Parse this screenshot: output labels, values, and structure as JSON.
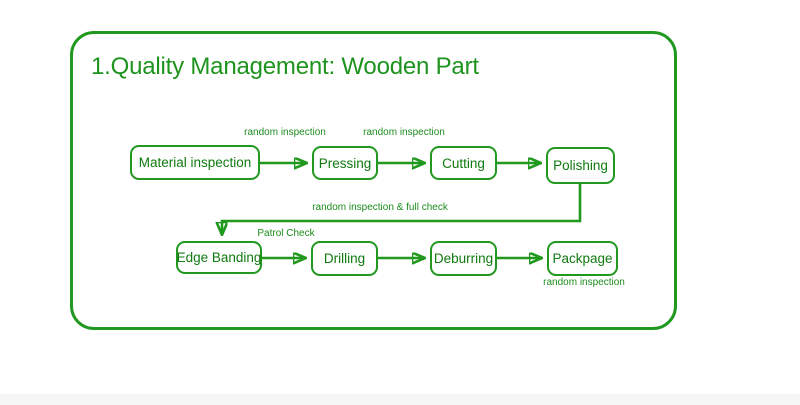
{
  "title": "1.Quality Management: Wooden Part",
  "colors": {
    "line_green": "#21981e",
    "title_green": "#1e941e",
    "node_text_green": "#117a11",
    "label_green": "#1d8c1d",
    "background": "#ffffff"
  },
  "nodes": {
    "material_inspection": "Material inspection",
    "pressing": "Pressing",
    "cutting": "Cutting",
    "polishing": "Polishing",
    "edge_banding": "Edge Banding",
    "drilling": "Drilling",
    "deburring": "Deburring",
    "packpage": "Packpage"
  },
  "edge_labels": {
    "material_to_pressing": "random inspection",
    "pressing_to_cutting": "random inspection",
    "polishing_to_edge_banding": "random inspection & full check",
    "edge_banding_to_drilling": "Patrol Check",
    "packpage_note": "random inspection"
  },
  "edges": [
    {
      "from": "material_inspection",
      "to": "pressing",
      "label": "random inspection"
    },
    {
      "from": "pressing",
      "to": "cutting",
      "label": "random inspection"
    },
    {
      "from": "cutting",
      "to": "polishing",
      "label": ""
    },
    {
      "from": "polishing",
      "to": "edge_banding",
      "label": "random inspection & full check"
    },
    {
      "from": "edge_banding",
      "to": "drilling",
      "label": "Patrol Check"
    },
    {
      "from": "drilling",
      "to": "deburring",
      "label": ""
    },
    {
      "from": "deburring",
      "to": "packpage",
      "label": "random inspection"
    }
  ]
}
